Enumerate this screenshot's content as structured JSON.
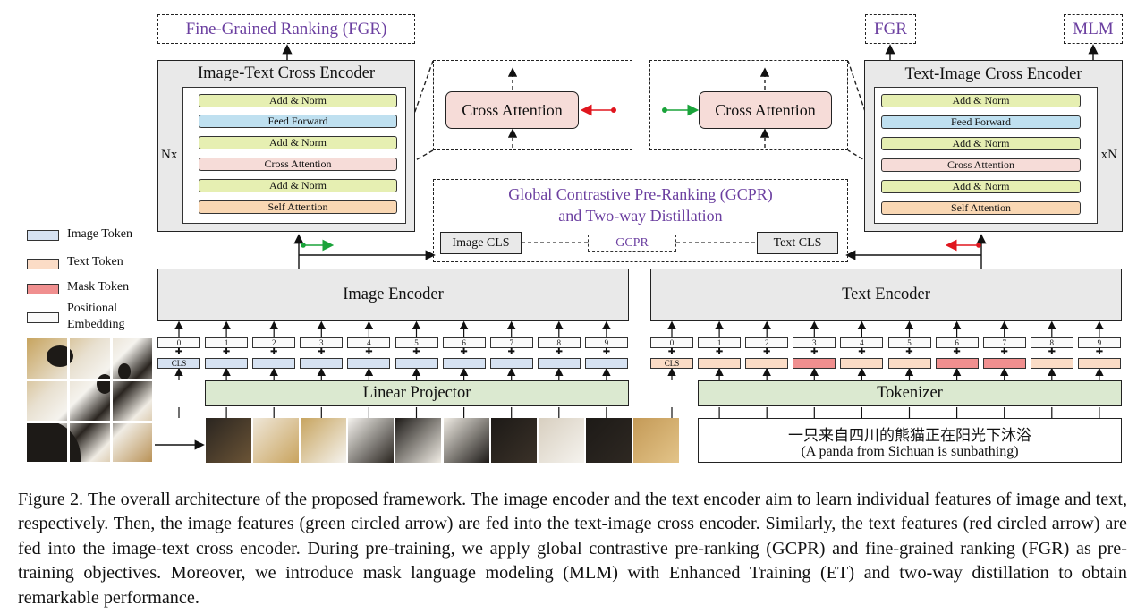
{
  "fgr_left_label": "Fine-Grained Ranking (FGR)",
  "fgr_right_label": "FGR",
  "mlm_label": "MLM",
  "left_cross_encoder": {
    "title": "Image-Text Cross Encoder",
    "repeat": "Nx",
    "layers": [
      "Add & Norm",
      "Feed Forward",
      "Add & Norm",
      "Cross Attention",
      "Add & Norm",
      "Self Attention"
    ]
  },
  "right_cross_encoder": {
    "title": "Text-Image Cross Encoder",
    "repeat": "xN",
    "layers": [
      "Add & Norm",
      "Feed Forward",
      "Add & Norm",
      "Cross Attention",
      "Add & Norm",
      "Self Attention"
    ]
  },
  "zoom_left_label": "Cross Attention",
  "zoom_right_label": "Cross Attention",
  "gcpr": {
    "title_line1": "Global Contrastive Pre-Ranking (GCPR)",
    "title_line2": "and Two-way Distillation",
    "image_cls": "Image CLS",
    "gcpr_label": "GCPR",
    "text_cls": "Text CLS"
  },
  "legend": {
    "image_token": "Image Token",
    "text_token": "Text Token",
    "mask_token": "Mask Token",
    "positional_line1": "Positional",
    "positional_line2": "Embedding"
  },
  "image_encoder": "Image Encoder",
  "text_encoder": "Text Encoder",
  "linear_projector": "Linear Projector",
  "tokenizer": "Tokenizer",
  "positions": [
    "0",
    "1",
    "2",
    "3",
    "4",
    "5",
    "6",
    "7",
    "8",
    "9"
  ],
  "cls_label": "CLS",
  "text_token_types": [
    "cls",
    "text",
    "text",
    "mask",
    "text",
    "text",
    "mask",
    "mask",
    "text",
    "text"
  ],
  "chinese_text": "一只来自四川的熊猫正在阳光下沐浴",
  "english_text": "(A panda from Sichuan is sunbathing)",
  "colors": {
    "purple": "#6b3fa0",
    "green_arrow": "#1aa33a",
    "red_arrow": "#e0161e",
    "layer_yellow": "#e6efb2",
    "layer_blue": "#bfe0f0",
    "layer_pink": "#f6dcd8",
    "layer_orange": "#f9d7b3",
    "image_token": "#d6e2f2",
    "text_token": "#fbdcc6",
    "mask_token": "#f08f8f",
    "encoder_bg": "#e9e9e9"
  },
  "caption": "Figure 2. The overall architecture of the proposed framework. The image encoder and the text encoder aim to learn individual features of image and text, respectively. Then, the image features (green circled arrow) are fed into the text-image cross encoder. Similarly, the text features (red circled arrow) are fed into the image-text cross encoder. During pre-training, we apply global contrastive pre-ranking (GCPR) and fine-grained ranking (FGR) as pre-training objectives. Moreover, we introduce mask language modeling (MLM) with Enhanced Training (ET) and two-way distillation to obtain remarkable performance."
}
